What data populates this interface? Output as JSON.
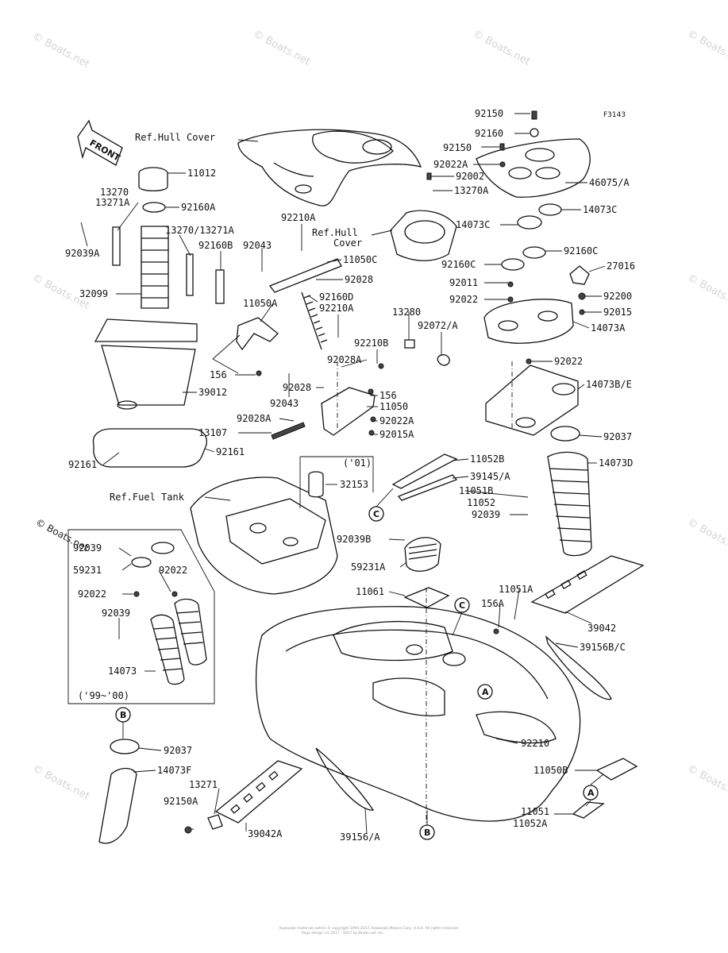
{
  "watermark": "© Boats.net",
  "figure_code": "F3143",
  "front_label": "FRONT",
  "footer": {
    "line1": "Kawasaki materials within © copyright 1995-2017, Kawasaki Motors Corp. U.S.A. All rights reserved.",
    "line2": "Page design (c) 2017 - 2017 by Boats.net. Inc."
  },
  "refs": {
    "hull_cover_1": "Ref.Hull Cover",
    "hull_cover_2a": "Ref.Hull",
    "hull_cover_2b": "Cover",
    "fuel_tank": "Ref.Fuel Tank"
  },
  "notes": {
    "year_01": "('01)",
    "year_99_00": "('99~'00)"
  },
  "callouts": {
    "A": "A",
    "B": "B",
    "C": "C"
  },
  "labels": {
    "p92150_top": "92150",
    "p92160_top": "92160",
    "p92150_2": "92150",
    "p92022A_top": "92022A",
    "p92002": "92002",
    "p13270A": "13270A",
    "p46075A": "46075/A",
    "p14073C_l": "14073C",
    "p14073C_r": "14073C",
    "p92160C_l": "92160C",
    "p92160C_r": "92160C",
    "p27016": "27016",
    "p92011": "92011",
    "p92022_mid": "92022",
    "p92200": "92200",
    "p92015": "92015",
    "p14073A": "14073A",
    "p92022_b": "92022",
    "p14073BE": "14073B/E",
    "p92037_r": "92037",
    "p14073D": "14073D",
    "p11012": "11012",
    "p13270": "13270",
    "p13271A": "13271A",
    "p92160A": "92160A",
    "p92039A": "92039A",
    "p13270_13271A": "13270/13271A",
    "p92160B": "92160B",
    "p92043_top": "92043",
    "p92210A_top": "92210A",
    "p11050C": "11050C",
    "p92028_top": "92028",
    "p32099": "32099",
    "p11050A": "11050A",
    "p92160D": "92160D",
    "p92210A_mid": "92210A",
    "p13280": "13280",
    "p92072A": "92072/A",
    "p92210B": "92210B",
    "p92028A_mid": "92028A",
    "p156_l": "156",
    "p39012": "39012",
    "p92028_mid": "92028",
    "p156_r": "156",
    "p92043_mid": "92043",
    "p11050": "11050",
    "p92028A_b": "92028A",
    "p92022A_b": "92022A",
    "p13107": "13107",
    "p92015A": "92015A",
    "p92161_l": "92161",
    "p92161_r": "92161",
    "p32153": "32153",
    "p11052B": "11052B",
    "p39145A": "39145/A",
    "p11051B": "11051B",
    "p11052": "11052",
    "p92039_r": "92039",
    "p92039_box1": "92039",
    "p59231": "59231",
    "p92022_box_r": "92022",
    "p92022_box_l": "92022",
    "p92039_box2": "92039",
    "p14073": "14073",
    "p92039B": "92039B",
    "p59231A": "59231A",
    "p11061": "11061",
    "p11051A": "11051A",
    "p156A": "156A",
    "p39042": "39042",
    "p39156BC": "39156B/C",
    "p92210": "92210",
    "p92037_l": "92037",
    "p14073F": "14073F",
    "p13271": "13271",
    "p92150A": "92150A",
    "p39042A": "39042A",
    "p39156A": "39156/A",
    "p11050B": "11050B",
    "p11051": "11051",
    "p11052A": "11052A"
  }
}
